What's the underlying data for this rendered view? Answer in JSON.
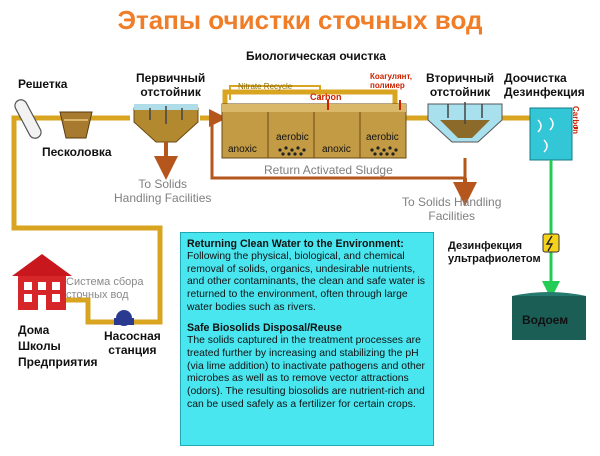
{
  "title": "Этапы очистки сточных вод",
  "labels": {
    "screen": "Решетка",
    "grit": "Песколовка",
    "primary": "Первичный\nотстойник",
    "biological": "Биологическая очистка",
    "nitrate_recycle": "Nitrate Recycle",
    "carbon": "Carbon",
    "coagulant": "Коагулянт,\nполимер",
    "secondary": "Вторичный\nотстойник",
    "polish": "Доочистка\nДезинфекция",
    "carbon2": "Carbon",
    "anoxic1": "anoxic",
    "aerobic1": "aerobic",
    "anoxic2": "anoxic",
    "aerobic2": "aerobic",
    "ras": "Return Activated Sludge",
    "solids1": "To Solids\nHandling Facilities",
    "solids2": "To Solids Handling\nFacilities",
    "collection": "Система сбора\nсточных вод",
    "sources": "Дома\nШколы\nПредприятия",
    "pump": "Насосная\nстанция",
    "uv": "Дезинфекция\nультрафиолетом",
    "water_body": "Водоем"
  },
  "panel": {
    "h1": "Returning Clean Water to the Environment:",
    "p1": "Following the physical, biological, and chemical removal of solids, organics, undesirable nutrients, and other contaminants, the clean and safe water is returned to the environment, often through large water bodies such as rivers.",
    "h2": "Safe Biosolids Disposal/Reuse",
    "p2": "The solids captured in the treatment processes are treated further by increasing and stabilizing the pH (via lime addition) to inactivate pathogens and other microbes as well as to remove vector attractions (odors).  The resulting biosolids are nutrient-rich and can be used safely as a fertilizer for certain crops."
  },
  "colors": {
    "title": "#f07d28",
    "pipe": "#d9a520",
    "sludge": "#b5561c",
    "tank": "#b3892f",
    "water": "#42cfd8",
    "panel": "#49e6f0",
    "river": "#1a5e56",
    "house": "#d6262a"
  }
}
